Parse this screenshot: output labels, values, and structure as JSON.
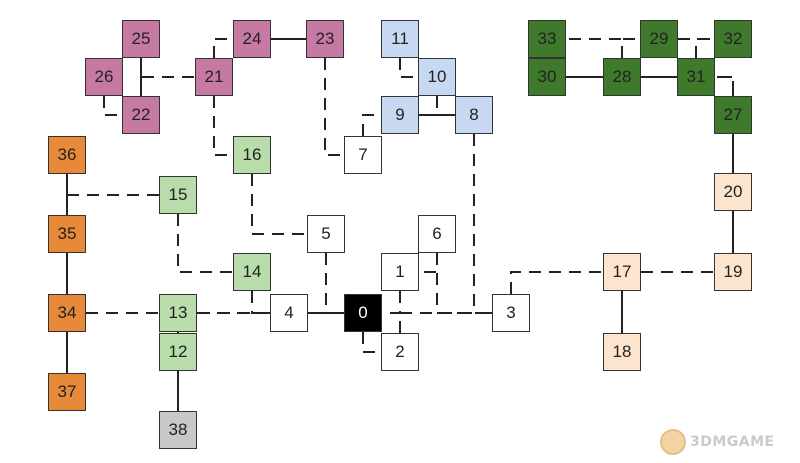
{
  "colors": {
    "pink": "#c67aa3",
    "blue": "#c7d8f2",
    "green_light": "#b8dcaa",
    "orange": "#e8893a",
    "green_dark": "#3f7a2c",
    "peach": "#fce4cf",
    "white": "#ffffff",
    "black": "#000000",
    "gray": "#c8c8c8",
    "line": "#222222"
  },
  "nodes": [
    {
      "id": "25",
      "label": "25",
      "color": "pink"
    },
    {
      "id": "26",
      "label": "26",
      "color": "pink"
    },
    {
      "id": "22",
      "label": "22",
      "color": "pink"
    },
    {
      "id": "24",
      "label": "24",
      "color": "pink"
    },
    {
      "id": "21",
      "label": "21",
      "color": "pink"
    },
    {
      "id": "23",
      "label": "23",
      "color": "pink"
    },
    {
      "id": "11",
      "label": "11",
      "color": "blue"
    },
    {
      "id": "10",
      "label": "10",
      "color": "blue"
    },
    {
      "id": "9",
      "label": "9",
      "color": "blue"
    },
    {
      "id": "8",
      "label": "8",
      "color": "blue"
    },
    {
      "id": "16",
      "label": "16",
      "color": "green_light"
    },
    {
      "id": "15",
      "label": "15",
      "color": "green_light"
    },
    {
      "id": "14",
      "label": "14",
      "color": "green_light"
    },
    {
      "id": "13",
      "label": "13",
      "color": "green_light"
    },
    {
      "id": "12",
      "label": "12",
      "color": "green_light"
    },
    {
      "id": "36",
      "label": "36",
      "color": "orange"
    },
    {
      "id": "35",
      "label": "35",
      "color": "orange"
    },
    {
      "id": "34",
      "label": "34",
      "color": "orange"
    },
    {
      "id": "37",
      "label": "37",
      "color": "orange"
    },
    {
      "id": "38",
      "label": "38",
      "color": "gray"
    },
    {
      "id": "7",
      "label": "7",
      "color": "white"
    },
    {
      "id": "5",
      "label": "5",
      "color": "white"
    },
    {
      "id": "6",
      "label": "6",
      "color": "white"
    },
    {
      "id": "1",
      "label": "1",
      "color": "white"
    },
    {
      "id": "4",
      "label": "4",
      "color": "white"
    },
    {
      "id": "0",
      "label": "0",
      "color": "black"
    },
    {
      "id": "2",
      "label": "2",
      "color": "white"
    },
    {
      "id": "3",
      "label": "3",
      "color": "white"
    },
    {
      "id": "17",
      "label": "17",
      "color": "peach"
    },
    {
      "id": "18",
      "label": "18",
      "color": "peach"
    },
    {
      "id": "19",
      "label": "19",
      "color": "peach"
    },
    {
      "id": "20",
      "label": "20",
      "color": "peach"
    },
    {
      "id": "33",
      "label": "33",
      "color": "green_dark"
    },
    {
      "id": "30",
      "label": "30",
      "color": "green_dark"
    },
    {
      "id": "29",
      "label": "29",
      "color": "green_dark"
    },
    {
      "id": "28",
      "label": "28",
      "color": "green_dark"
    },
    {
      "id": "32",
      "label": "32",
      "color": "green_dark"
    },
    {
      "id": "31",
      "label": "31",
      "color": "green_dark"
    },
    {
      "id": "27",
      "label": "27",
      "color": "green_dark"
    }
  ],
  "edges": [
    {
      "from": "25",
      "to": "22",
      "style": "solid"
    },
    {
      "from": "26",
      "to": "22",
      "style": "dashed"
    },
    {
      "from": "22",
      "to": "21",
      "style": "dashed"
    },
    {
      "from": "21",
      "to": "24",
      "style": "dashed"
    },
    {
      "from": "24",
      "to": "23",
      "style": "solid"
    },
    {
      "from": "23",
      "to": "7",
      "style": "dashed"
    },
    {
      "from": "21",
      "to": "16",
      "style": "dashed"
    },
    {
      "from": "16",
      "to": "5",
      "style": "dashed"
    },
    {
      "from": "7",
      "to": "9",
      "style": "dashed"
    },
    {
      "from": "11",
      "to": "10",
      "style": "dashed"
    },
    {
      "from": "10",
      "to": "8",
      "style": "dashed"
    },
    {
      "from": "9",
      "to": "8",
      "style": "solid"
    },
    {
      "from": "8",
      "to": "3",
      "style": "dashed"
    },
    {
      "from": "5",
      "to": "0",
      "style": "dashed"
    },
    {
      "from": "6",
      "to": "1",
      "style": "dashed"
    },
    {
      "from": "1",
      "to": "0",
      "style": "dashed"
    },
    {
      "from": "6",
      "to": "3",
      "style": "dashed"
    },
    {
      "from": "0",
      "to": "4",
      "style": "solid"
    },
    {
      "from": "0",
      "to": "2",
      "style": "dashed"
    },
    {
      "from": "2",
      "to": "3",
      "style": "dashed"
    },
    {
      "from": "14",
      "to": "4",
      "style": "dashed"
    },
    {
      "from": "15",
      "to": "14",
      "style": "dashed"
    },
    {
      "from": "35",
      "to": "15",
      "style": "dashed"
    },
    {
      "from": "36",
      "to": "35",
      "style": "solid"
    },
    {
      "from": "35",
      "to": "34",
      "style": "solid"
    },
    {
      "from": "34",
      "to": "37",
      "style": "solid"
    },
    {
      "from": "34",
      "to": "13",
      "style": "dashed"
    },
    {
      "from": "13",
      "to": "4",
      "style": "dashed"
    },
    {
      "from": "12",
      "to": "4",
      "style": "dashed"
    },
    {
      "from": "12",
      "to": "38",
      "style": "solid"
    },
    {
      "from": "3",
      "to": "17",
      "style": "dashed"
    },
    {
      "from": "17",
      "to": "18",
      "style": "solid"
    },
    {
      "from": "17",
      "to": "19",
      "style": "dashed"
    },
    {
      "from": "19",
      "to": "20",
      "style": "solid"
    },
    {
      "from": "20",
      "to": "27",
      "style": "solid"
    },
    {
      "from": "20",
      "to": "28",
      "style": "dashed"
    },
    {
      "from": "27",
      "to": "31",
      "style": "dashed"
    },
    {
      "from": "31",
      "to": "32",
      "style": "dashed"
    },
    {
      "from": "31",
      "to": "28",
      "style": "solid"
    },
    {
      "from": "28",
      "to": "29",
      "style": "dashed"
    },
    {
      "from": "29",
      "to": "32",
      "style": "dashed"
    },
    {
      "from": "28",
      "to": "33",
      "style": "dashed"
    },
    {
      "from": "30",
      "to": "28",
      "style": "solid"
    }
  ],
  "watermark": {
    "text": "3DMGAME"
  }
}
